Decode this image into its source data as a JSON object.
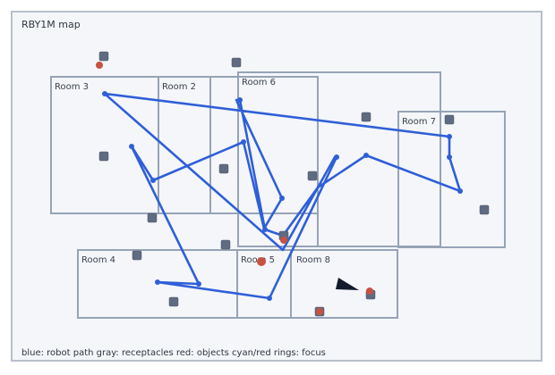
{
  "title": "RBY1M map",
  "legend": "blue: robot path  gray: receptacles  red: objects  cyan/red rings: focus",
  "colors": {
    "panel_bg": "#f4f6fa",
    "room_border": "#96a3b6",
    "path": "#2f5fd8",
    "receptacle": "#5f6b80",
    "object": "#c9513f",
    "robot": "#121a2c"
  },
  "rooms": [
    {
      "id": "room3",
      "label": "Room 3"
    },
    {
      "id": "room2",
      "label": "Room 2"
    },
    {
      "id": "room6",
      "label": "Room 6"
    },
    {
      "id": "room7",
      "label": "Room 7"
    },
    {
      "id": "room4",
      "label": "Room 4"
    },
    {
      "id": "room5",
      "label": "Room 5"
    },
    {
      "id": "room8",
      "label": "Room 8"
    }
  ]
}
